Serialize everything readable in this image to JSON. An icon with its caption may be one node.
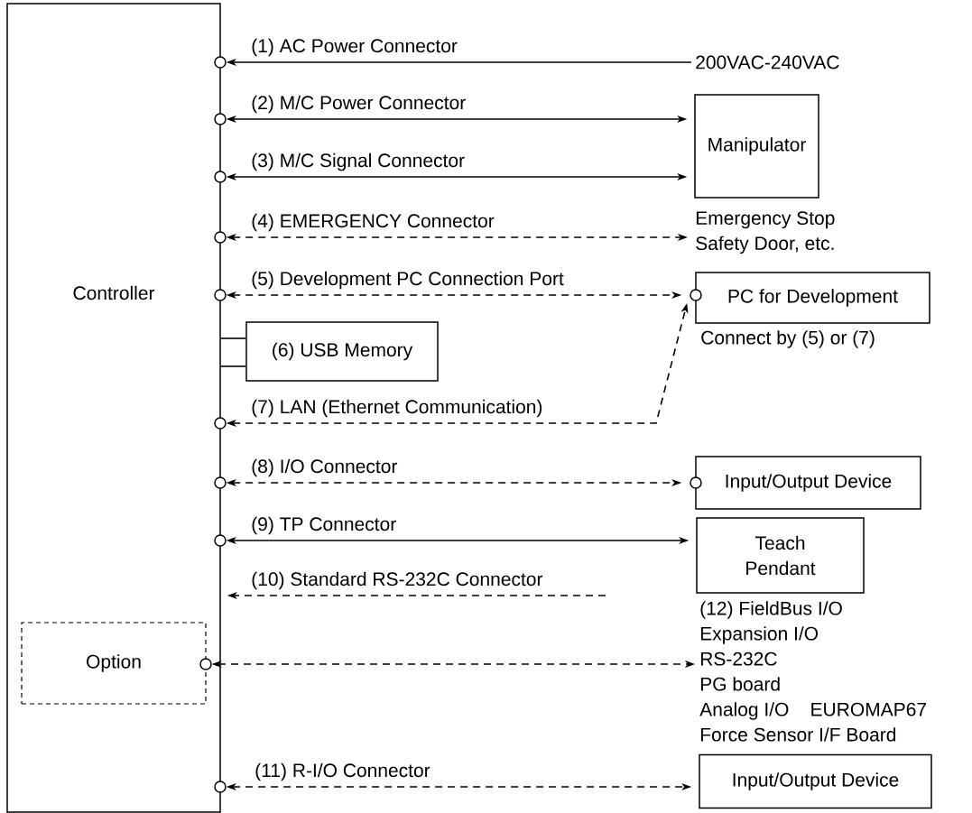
{
  "diagram": {
    "nodes": [
      {
        "text": [
          "Controller"
        ]
      },
      {
        "text": [
          "Option"
        ],
        "in": 0
      },
      {
        "text": [
          "200VAC-240VAC"
        ]
      },
      {
        "text": [
          "Manipulator"
        ]
      },
      {
        "text": [
          "Emergency Stop",
          "Safety Door, etc."
        ]
      },
      {
        "text": [
          "PC for Development"
        ],
        "beside": [
          "Connect by (5) or (7)"
        ]
      },
      {
        "text": [
          "(6) USB Memory"
        ]
      },
      {
        "text": [
          "Input/Output Device"
        ]
      },
      {
        "text": [
          "Teach Pendant"
        ]
      },
      {
        "text": [
          "(12) FieldBus I/O",
          "Expansion I/O",
          "RS-232C",
          "PG board",
          "Analog I/O",
          "EUROMAP67",
          "Force Sensor I/F Board"
        ]
      },
      {
        "text": [
          "Input/Output Device"
        ]
      }
    ],
    "edges": [
      {
        "from": 2,
        "to": 0,
        "arrow": "to",
        "label": "(1) AC Power Connector"
      },
      {
        "from": 0,
        "to": 3,
        "arrow": "both",
        "label": "(2) M/C Power Connector"
      },
      {
        "from": 0,
        "to": 3,
        "arrow": "both",
        "label": "(3) M/C Signal Connector"
      },
      {
        "from": 0,
        "to": 4,
        "arrow": "both",
        "style": "dashed",
        "label": "(4) EMERGENCY Connector"
      },
      {
        "from": 0,
        "to": 5,
        "arrow": "both",
        "style": "dashed",
        "label": "(5) Development PC Connection Port"
      },
      {
        "from": 0,
        "to": 6,
        "arrow": "none"
      },
      {
        "from": 0,
        "to": 6,
        "arrow": "none"
      },
      {
        "from": 0,
        "to": 5,
        "arrow": "both",
        "style": "dashed",
        "label": "(7) LAN (Ethernet Communication)"
      },
      {
        "from": 0,
        "to": 7,
        "arrow": "both",
        "style": "dashed",
        "label": "(8) I/O Connector"
      },
      {
        "from": 0,
        "to": 8,
        "arrow": "both",
        "label": "(9) TP Connector"
      },
      {
        "from": null,
        "to": 0,
        "arrow": "to",
        "style": "dashed",
        "label": "(10) Standard RS-232C Connector"
      },
      {
        "from": 1,
        "to": 9,
        "arrow": "both",
        "style": "dashed"
      },
      {
        "from": 0,
        "to": 10,
        "arrow": "both",
        "style": "dashed",
        "label": "(11) R-I/O Connector"
      }
    ]
  }
}
